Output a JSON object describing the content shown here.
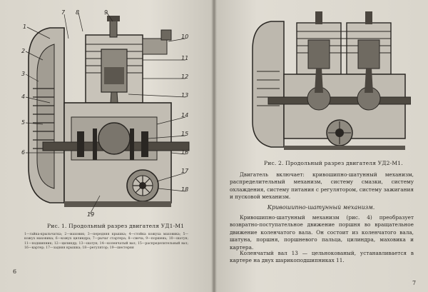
{
  "left_page": {
    "figure": {
      "callouts": [
        "1",
        "2",
        "3",
        "4",
        "5",
        "6",
        "7",
        "8",
        "9",
        "10",
        "11",
        "12",
        "13",
        "14",
        "15",
        "16",
        "17",
        "18",
        "19"
      ]
    },
    "caption": "Рис. 1. Продольный разрез двигателя УД1-М1",
    "legend": "1—гайка-крыльчатка; 2—маховик; 3—передняя крышка; 4—стойка кожуха маховика; 5—кожух маховика; 6—кожух цилиндра; 7—рычаг стартера; 8—свеча; 9—поршень; 10—шатун; 11—подшипник; 12—цилиндр; 13—шатун; 14—коленчатый вал; 15—распределительный вал; 16—картер; 17—задняя крышка; 18—регулятор; 19—шестерня",
    "page_number": "6"
  },
  "right_page": {
    "caption": "Рис. 2. Продольный разрез двигателя УД2-М1.",
    "paragraph_intro": "Двигатель включает: кривошипно-шатунный механизм, распределительный механизм, систему смазки, систему охлаждения, систему питания с регулятором, систему зажигания и пусковой механизм.",
    "section_title": "Кривошипно-шатунный механизм.",
    "paragraph_mechanism": "Кривошипно-шатунный механизм (рис. 4) преобразует возвратно-поступательное движение поршня во вращательное движение коленчатого вала. Он состоит из коленчатого вала, шатуна, поршня, поршневого пальца, цилиндра, маховика и картера.",
    "paragraph_crankshaft": "Коленчатый вал 13 — цельнокованый, устанавливается в картере на двух шарикоподшипниках 11.",
    "page_number": "7"
  },
  "colors": {
    "paper": "#dcd8cf",
    "ink": "#2a2723"
  }
}
